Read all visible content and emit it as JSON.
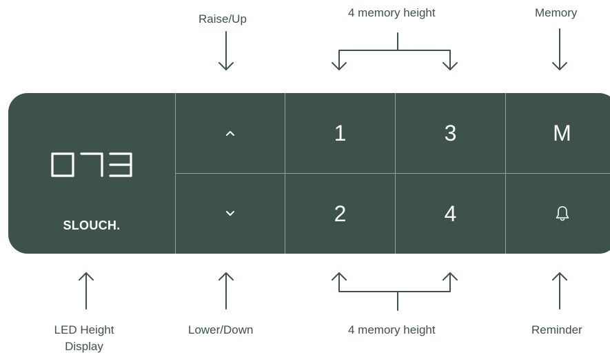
{
  "labels": {
    "raise": "Raise/Up",
    "memory_height_top": "4 memory height",
    "memory": "Memory",
    "led_line1": "LED Height",
    "led_line2": "Display",
    "lower": "Lower/Down",
    "memory_height_bottom": "4 memory height",
    "reminder": "Reminder"
  },
  "panel": {
    "display_value": "073",
    "brand": "SLOUCH.",
    "buttons": {
      "up_icon": "chevron-up-icon",
      "down_icon": "chevron-down-icon",
      "mem1": "1",
      "mem2": "2",
      "mem3": "3",
      "mem4": "4",
      "memory_key": "M",
      "reminder_icon": "bell-icon"
    }
  },
  "colors": {
    "panel": "#3d524b",
    "divider": "#8fa39b",
    "text": "#3d524b",
    "key_text": "#ffffff"
  }
}
